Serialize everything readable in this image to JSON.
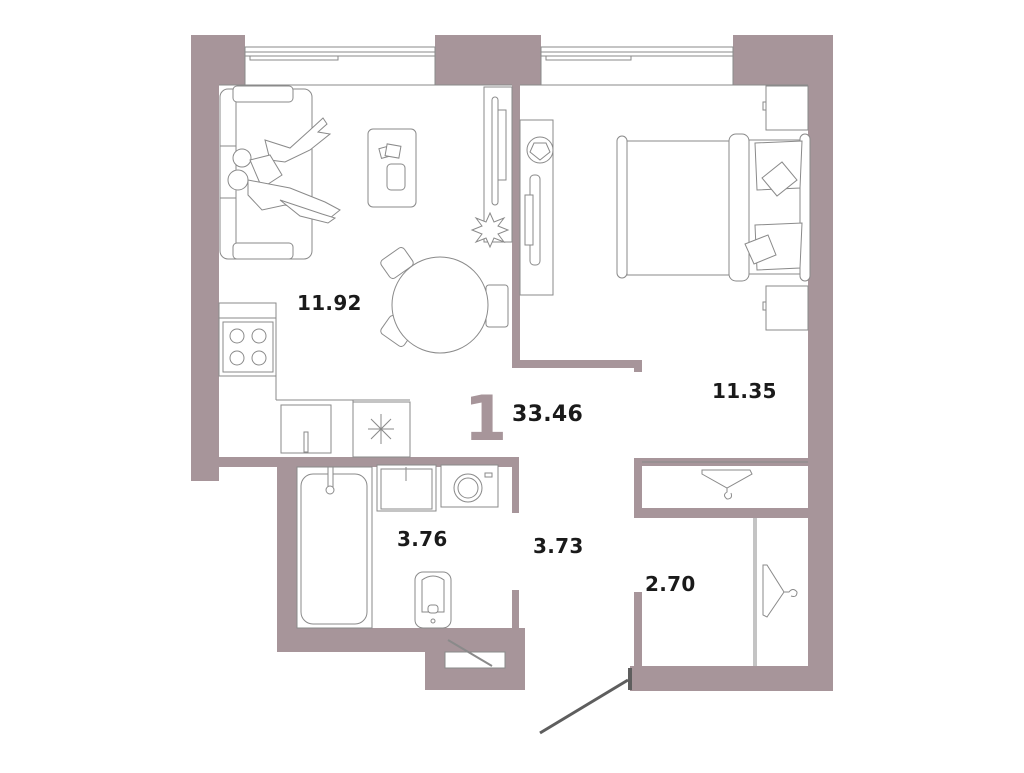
{
  "plan": {
    "rooms_count": "1",
    "total_area": "33.46",
    "colors": {
      "wall": "#a7959a",
      "line": "#8a8a8a",
      "text": "#1a1a1a",
      "background": "#ffffff"
    },
    "rooms": [
      {
        "name": "living-kitchen",
        "area": "11.92"
      },
      {
        "name": "bedroom",
        "area": "11.35"
      },
      {
        "name": "bathroom",
        "area": "3.76"
      },
      {
        "name": "hallway",
        "area": "3.73"
      },
      {
        "name": "wardrobe",
        "area": "2.70"
      }
    ],
    "furniture_icons": [
      "sofa-icon",
      "people-icon",
      "coffee-table-icon",
      "tv-stand-icon",
      "plant-icon",
      "dining-table-icon",
      "chair-icon",
      "stove-icon",
      "sink-icon",
      "fridge-icon",
      "bed-icon",
      "pillow-icon",
      "nightstand-icon",
      "bathtub-icon",
      "washbasin-icon",
      "washing-machine-icon",
      "toilet-icon",
      "hanger-icon",
      "entrance-door-icon"
    ]
  }
}
